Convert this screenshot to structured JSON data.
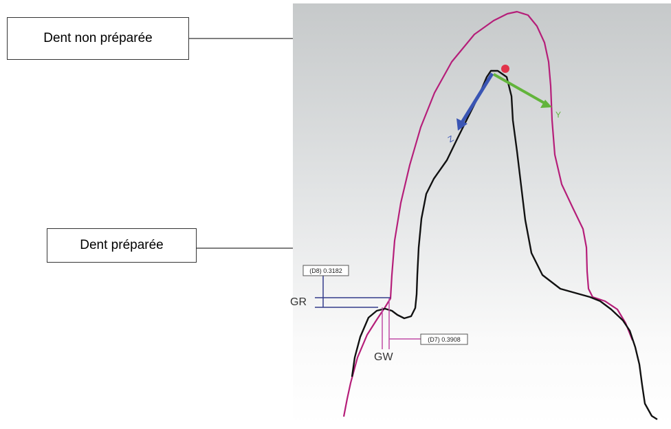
{
  "labels": {
    "unprepared": "Dent non préparée",
    "prepared": "Dent préparée"
  },
  "axes": {
    "y": "Y",
    "z": "Z"
  },
  "measurements": {
    "d8": "(D8) 0.3182",
    "d7": "(D7) 0.3908",
    "gr": "GR",
    "gw": "GW"
  },
  "colors": {
    "unprepared_outline": "#b51e79",
    "prepared_outline": "#111111",
    "gr_marker": "#333b8a",
    "gw_marker": "#c04aa5",
    "axis_z": "#3a55b4",
    "axis_y": "#62b43b",
    "origin": "#e2334a"
  }
}
